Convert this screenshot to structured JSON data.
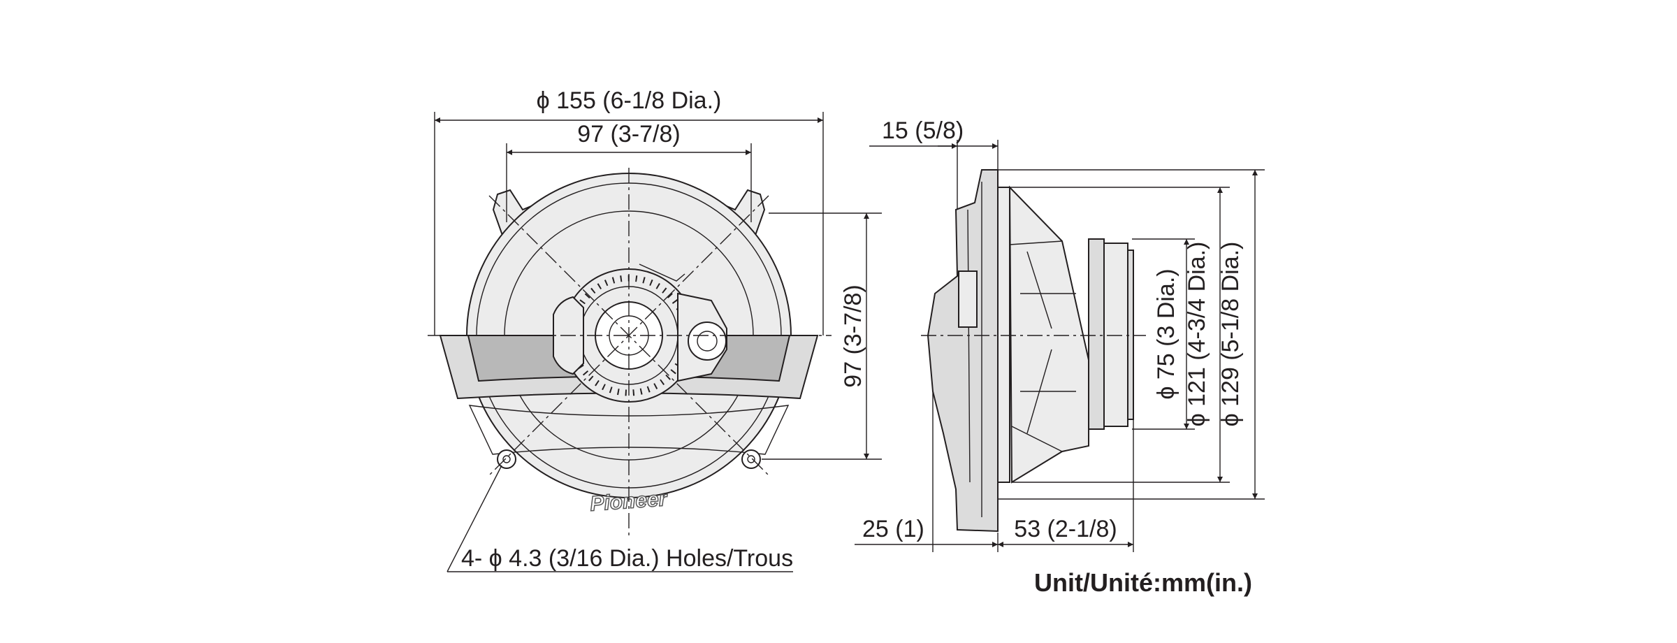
{
  "front_view": {
    "overall_diameter": "ϕ 155 (6-1/8 Dia.)",
    "tab_spacing": "97 (3-7/8)",
    "hole_spacing_vertical": "97 (3-7/8)",
    "holes": "4- ϕ 4.3 (3/16 Dia.) Holes/Trous",
    "brand_logo": "Pioneer"
  },
  "side_view": {
    "flange_thickness": "15 (5/8)",
    "mount_depth_front": "25 (1)",
    "mount_depth_rear": "53 (2-1/8)",
    "magnet_diameter": "ϕ 75 (3 Dia.)",
    "cutout_diameter": "ϕ 121 (4-3/4 Dia.)",
    "frame_diameter": "ϕ 129 (5-1/8 Dia.)"
  },
  "unit_label": "Unit/Unité:mm(in.)"
}
